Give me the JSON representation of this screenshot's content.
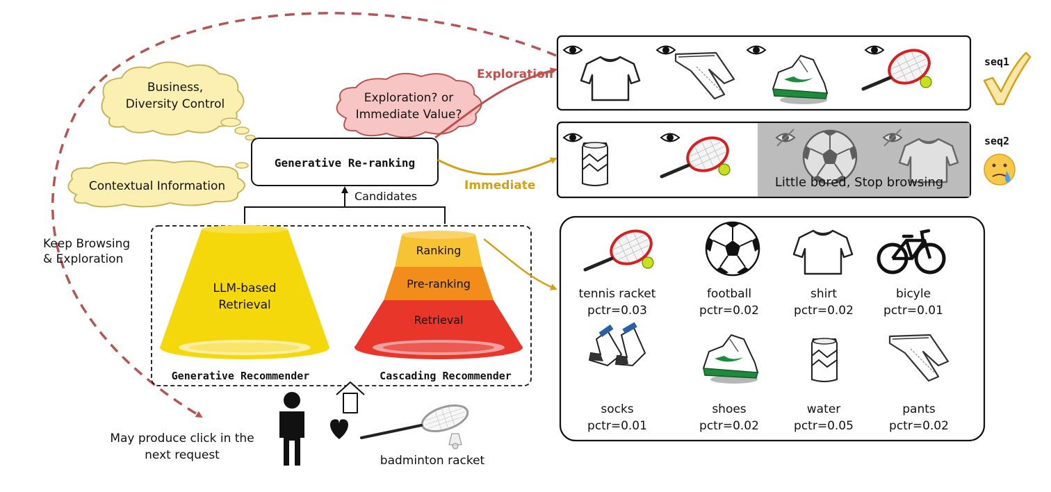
{
  "thoughts": {
    "business": [
      "Business,",
      "Diversity Control"
    ],
    "context": "Contextual Information",
    "decision": [
      "Exploration? or",
      "Immediate Value?"
    ]
  },
  "reranker": {
    "title": "Generative Re-ranking",
    "candidates_label": "Candidates"
  },
  "branches": {
    "exploration": "Exploration",
    "immediate": "Immediate",
    "exploration_color": "#c0504d",
    "immediate_color": "#d4a017"
  },
  "feedback": {
    "loop_label": [
      "Keep Browsing",
      "& Exploration"
    ],
    "click_label": [
      "May produce click in the",
      "next request"
    ]
  },
  "recommenders": {
    "generative": {
      "name": "Generative Recommender",
      "stage": [
        "LLM-based",
        "Retrieval"
      ]
    },
    "cascading": {
      "name": "Cascading Recommender",
      "stages": [
        "Ranking",
        "Pre-ranking",
        "Retrieval"
      ]
    }
  },
  "user": {
    "history_item": "badminton racket",
    "icons": [
      "person-icon",
      "heart-icon",
      "badminton-racket-icon"
    ]
  },
  "sequences": [
    {
      "label": "seq1",
      "items": [
        "shirt",
        "pants",
        "shoes",
        "tennis racket"
      ],
      "outcome_icon": "checkmark-icon"
    },
    {
      "label": "seq2",
      "items": [
        "water",
        "tennis racket"
      ],
      "unseen_items": [
        "football",
        "shirt"
      ],
      "note": "Little bored, Stop browsing",
      "outcome_icon": "sad-face-icon"
    }
  ],
  "candidates": [
    {
      "name": "tennis racket",
      "pctr": "pctr=0.03",
      "icon": "tennis-racket-icon"
    },
    {
      "name": "football",
      "pctr": "pctr=0.02",
      "icon": "football-icon"
    },
    {
      "name": "shirt",
      "pctr": "pctr=0.02",
      "icon": "shirt-icon"
    },
    {
      "name": "bicyle",
      "pctr": "pctr=0.01",
      "icon": "bicycle-icon"
    },
    {
      "name": "socks",
      "pctr": "pctr=0.01",
      "icon": "socks-icon"
    },
    {
      "name": "shoes",
      "pctr": "pctr=0.02",
      "icon": "shoes-icon"
    },
    {
      "name": "water",
      "pctr": "pctr=0.05",
      "icon": "water-can-icon"
    },
    {
      "name": "pants",
      "pctr": "pctr=0.02",
      "icon": "pants-icon"
    }
  ]
}
